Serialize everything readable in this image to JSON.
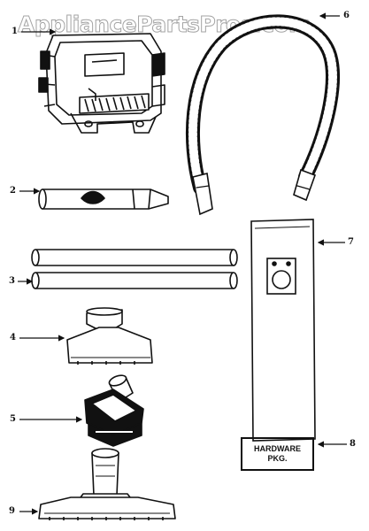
{
  "watermark": "AppliancePartsPros.com",
  "callouts": {
    "c1": "1",
    "c2": "2",
    "c3": "3",
    "c4": "4",
    "c5": "5",
    "c6": "6",
    "c7": "7",
    "c8": "8",
    "c9": "9"
  },
  "hardware_box": {
    "line1": "HARDWARE",
    "line2": "PKG."
  },
  "colors": {
    "ink": "#111111",
    "paper": "#ffffff"
  }
}
